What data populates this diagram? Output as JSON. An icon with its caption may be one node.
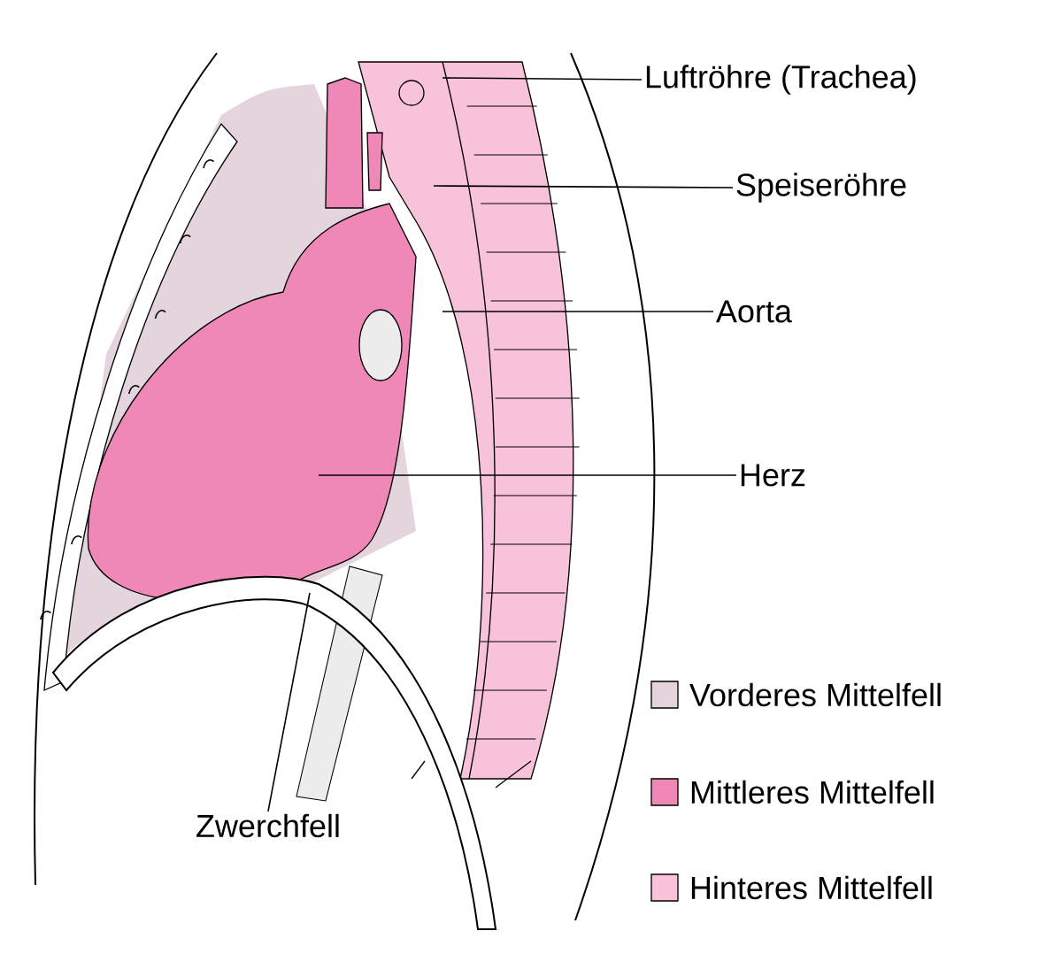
{
  "diagram": {
    "nodes": [
      {
        "text": [
          "Luftröhre (Trachea)"
        ]
      },
      {
        "text": [
          "Speiseröhre"
        ]
      },
      {
        "text": [
          "Aorta"
        ]
      },
      {
        "text": [
          "Herz"
        ]
      },
      {
        "text": [
          "Zwerchfell"
        ]
      }
    ],
    "edges": [
      {
        "from": 0,
        "to": null,
        "arrow": "none"
      },
      {
        "from": 1,
        "to": null,
        "arrow": "none"
      },
      {
        "from": 2,
        "to": null,
        "arrow": "none"
      },
      {
        "from": 3,
        "to": null,
        "arrow": "none"
      },
      {
        "from": 4,
        "to": null,
        "arrow": "none"
      }
    ],
    "legend": [
      {
        "text": "Vorderes Mittelfell",
        "color": "#e4d4dd"
      },
      {
        "text": "Mittleres Mittelfell",
        "color": "#ef88b6"
      },
      {
        "text": "Hinteres Mittelfell",
        "color": "#f8c2da"
      }
    ]
  }
}
